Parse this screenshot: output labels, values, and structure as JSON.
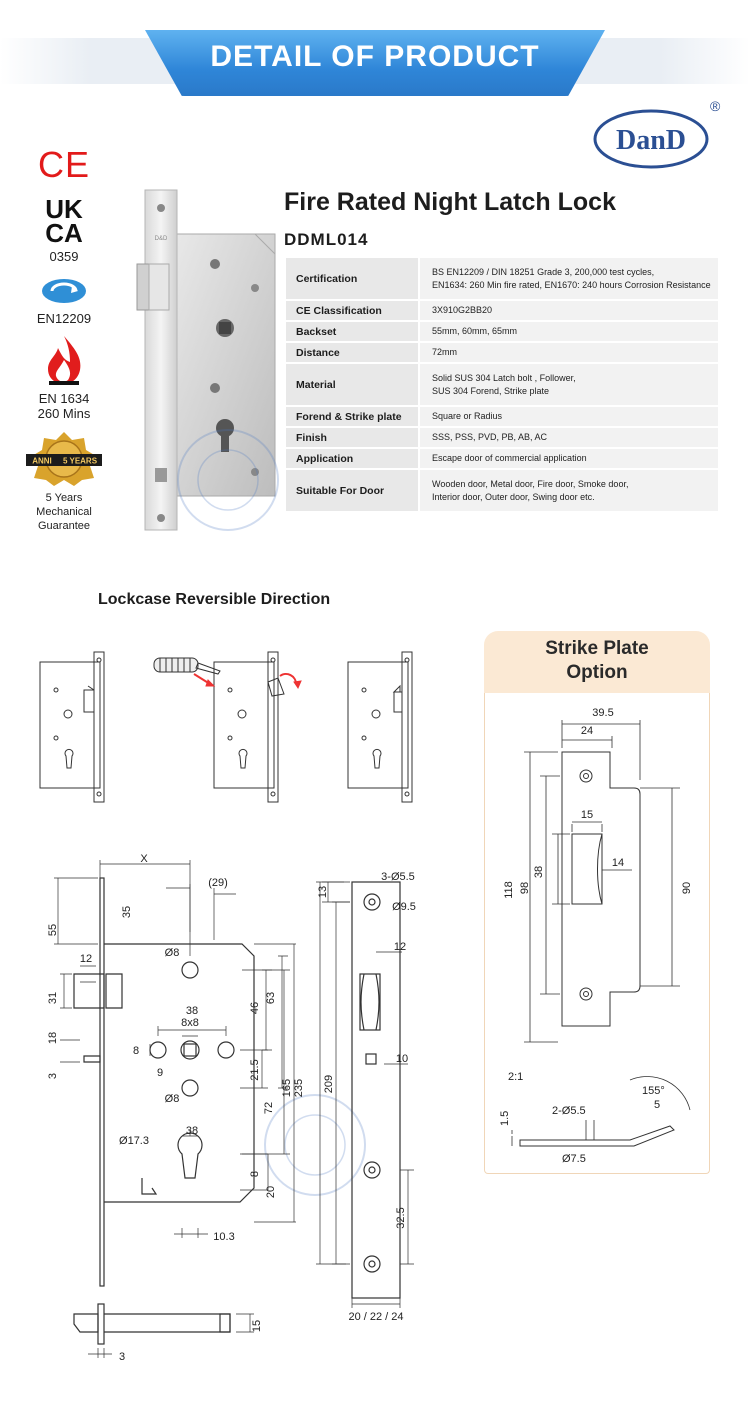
{
  "banner": {
    "title": "DETAIL OF PRODUCT"
  },
  "brand": {
    "name": "DanD",
    "registered": "®",
    "photo_mark": "D&D"
  },
  "certs": {
    "ce": "CE",
    "ukca_top": "UK",
    "ukca_bottom": "CA",
    "ukca_number": "0359",
    "en12209": "EN12209",
    "fire_line1": "EN 1634",
    "fire_line2": "260 Mins",
    "badge_text": "ANNI",
    "badge_years": "5 YEARS",
    "guarantee_line1": "5 Years",
    "guarantee_line2": "Mechanical",
    "guarantee_line3": "Guarantee"
  },
  "product": {
    "title": "Fire Rated Night Latch Lock",
    "model": "DDML014"
  },
  "specs": [
    {
      "key": "Certification",
      "lines": [
        "BS EN12209 / DIN 18251 Grade 3, 200,000 test cycles,",
        "EN1634: 260 Min fire rated, EN1670: 240 hours Corrosion Resistance"
      ]
    },
    {
      "key": "CE Classification",
      "lines": [
        "3X910G2BB20"
      ]
    },
    {
      "key": "Backset",
      "lines": [
        "55mm, 60mm, 65mm"
      ]
    },
    {
      "key": "Distance",
      "lines": [
        "72mm"
      ]
    },
    {
      "key": "Material",
      "lines": [
        "Solid SUS 304 Latch bolt , Follower,",
        "SUS 304 Forend, Strike plate"
      ]
    },
    {
      "key": "Forend & Strike plate",
      "lines": [
        "Square or Radius"
      ]
    },
    {
      "key": "Finish",
      "lines": [
        "SSS, PSS, PVD, PB, AB, AC"
      ]
    },
    {
      "key": "Application",
      "lines": [
        "Escape door of commercial application"
      ]
    },
    {
      "key": "Suitable For Door",
      "lines": [
        "Wooden door, Metal door, Fire door, Smoke door,",
        "Interior door, Outer door, Swing door etc."
      ]
    }
  ],
  "reverse": {
    "title": "Lockcase Reversible Direction"
  },
  "strike": {
    "title_line1": "Strike Plate",
    "title_line2": "Option",
    "dims": {
      "w_total": "39.5",
      "w_inner": "24",
      "slot_w": "15",
      "slot_h": "38",
      "depth": "14",
      "h_total": "118",
      "h_holes": "98",
      "h_lip": "90",
      "scale": "2:1",
      "angle": "155°",
      "lip": "5",
      "thickness": "1.5",
      "holes": "2-Ø5.5",
      "countersink": "Ø7.5"
    }
  },
  "main_dims": {
    "x": "X",
    "d29": "(29)",
    "d35": "35",
    "d55": "55",
    "d12": "12",
    "d31": "31",
    "d18": "18",
    "d3": "3",
    "o8a": "Ø8",
    "d38a": "38",
    "d8x8": "8x8",
    "d8": "8",
    "d9": "9",
    "d46": "46",
    "d63": "63",
    "d21_5": "21.5",
    "o8b": "Ø8",
    "d72": "72",
    "d165": "165",
    "d235": "235",
    "o17_3": "Ø17.3",
    "d38b": "38",
    "d8b": "8",
    "d20": "20",
    "d10_3": "10.3",
    "b15": "15",
    "b3": "3"
  },
  "front_dims": {
    "holes_top": "3-Ø5.5",
    "o9_5": "Ø9.5",
    "d13": "13",
    "d12": "12",
    "d209": "209",
    "d10": "10",
    "d32_5": "32.5",
    "widths": "20 / 22 / 24"
  }
}
